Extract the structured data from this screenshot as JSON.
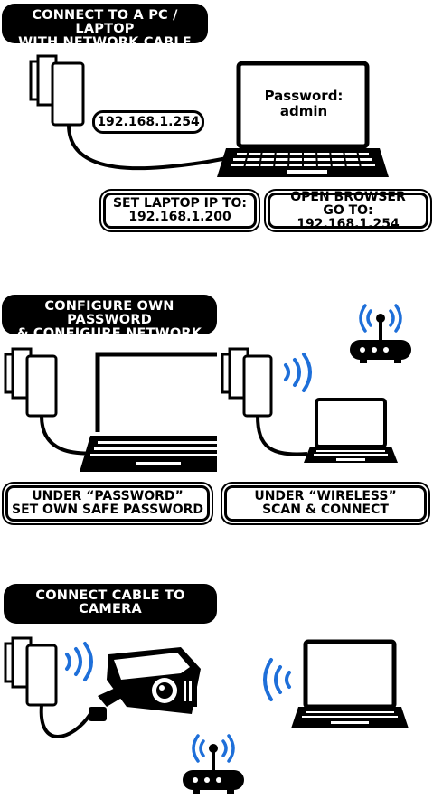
{
  "step1": {
    "title_line1": "CONNECT TO A PC / LAPTOP",
    "title_line2": "WITH NETWORK CABLE",
    "ip_label": "192.168.1.254",
    "screen_line1": "Password:",
    "screen_line2": "admin",
    "laptop_ip_line1": "SET LAPTOP IP TO:",
    "laptop_ip_line2": "192.168.1.200",
    "browser_line1": "OPEN BROWSER",
    "browser_line2": "GO TO: 192.168.1.254"
  },
  "step2": {
    "title_line1": "CONFIGURE OWN PASSWORD",
    "title_line2": "& CONFIGURE NETWORK",
    "password_line1": "UNDER “PASSWORD”",
    "password_line2": "SET OWN SAFE PASSWORD",
    "wireless_line1": "UNDER “WIRELESS”",
    "wireless_line2": "SCAN & CONNECT"
  },
  "step3": {
    "title_line1": "CONNECT CABLE TO",
    "title_line2": "CAMERA"
  },
  "colors": {
    "wifi_blue": "#1e6fd9",
    "ink": "#000000"
  }
}
